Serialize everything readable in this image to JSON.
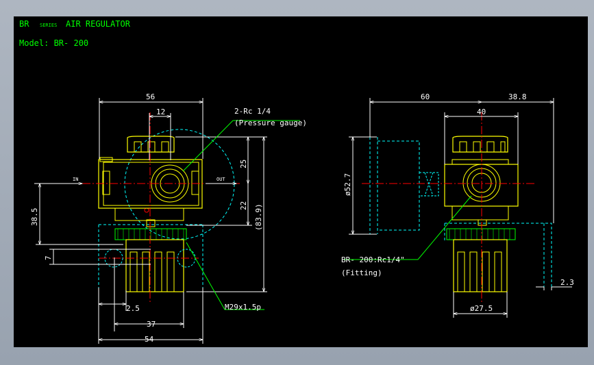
{
  "title": {
    "series_prefix": "BR",
    "series_word": "SERIES",
    "product": "AIR REGULATOR",
    "model_line": "Model: BR- 200"
  },
  "left_view": {
    "dims": {
      "top_width": "56",
      "port_width": "12",
      "height_upper": "25",
      "height_lower": "22",
      "total_height": "(83.9)",
      "left_height": "38.5",
      "small_gap": "7",
      "bottom_small": "2.5",
      "bottom_mid": "37",
      "bottom_total": "54"
    },
    "labels": {
      "gauge_ports_line1": "2-Rc 1/4",
      "gauge_ports_line2": "(Pressure gauge)",
      "inlet": "IN",
      "outlet": "OUT",
      "thread": "M29x1.5p"
    }
  },
  "right_view": {
    "dims": {
      "gauge_depth": "60",
      "side_offset": "38.8",
      "body_width": "40",
      "gauge_dia": "ø52.7",
      "bottom_dia": "ø27.5",
      "bracket_thk": "2.3"
    },
    "labels": {
      "fitting_line1": "BR- 200:Rc1/4\"",
      "fitting_line2": "(Fitting)"
    }
  },
  "colors": {
    "background": "#000000",
    "outline": "#ffff00",
    "dimension": "#ffffff",
    "hidden": "#00ffff",
    "centerline": "#ff0000",
    "leader": "#00ff00"
  }
}
